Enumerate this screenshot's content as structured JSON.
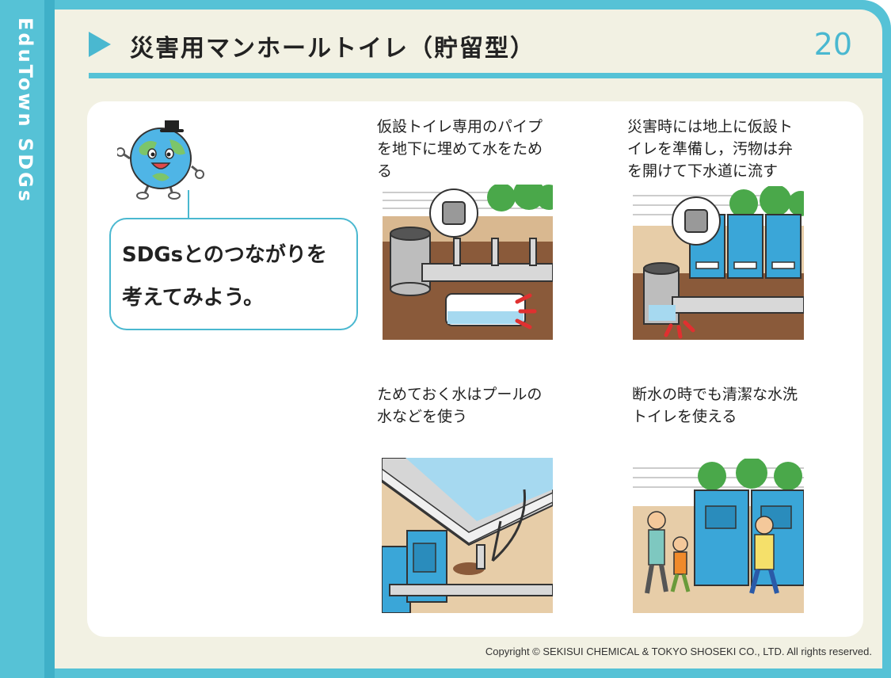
{
  "sidebar": {
    "label": "EduTown SDGs"
  },
  "header": {
    "title": "災害用マンホールトイレ（貯留型）",
    "page_number": "20"
  },
  "speech": {
    "line1": "SDGsとのつながりを",
    "line2": "考えてみよう。"
  },
  "panels": [
    {
      "caption_lines": [
        "仮設トイレ専用のパイプ",
        "を地下に埋めて水をため",
        "る"
      ]
    },
    {
      "caption_lines": [
        "災害時には地上に仮設ト",
        "イレを準備し，汚物は弁",
        "を開けて下水道に流す"
      ]
    },
    {
      "caption_lines": [
        "ためておく水はプールの",
        "水などを使う"
      ]
    },
    {
      "caption_lines": [
        "断水の時でも清潔な水洗",
        "トイレを使える"
      ]
    }
  ],
  "footer": {
    "copyright": "Copyright © SEKISUI CHEMICAL & TOKYO SHOSEKI CO., LTD. All rights reserved."
  },
  "colors": {
    "accent": "#56c2d6",
    "paper": "#f2f1e3",
    "toilet_blue": "#3aa6d8",
    "soil": "#e7cda8"
  }
}
